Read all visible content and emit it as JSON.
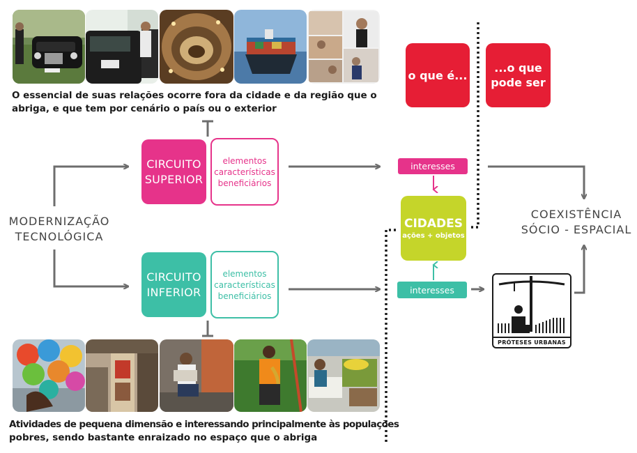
{
  "top_caption": {
    "line1": "O essencial de suas relações ocorre fora da cidade e da região que o",
    "line2": "abriga, e que tem por cenário o país ou o exterior"
  },
  "bottom_caption": {
    "line1": "Atividades de pequena dimensão e interessando principalmente às populações",
    "line2": "pobres, sendo bastante enraizado no espaço que o abriga"
  },
  "modernizacao": {
    "line1": "MODERNIZAÇÃO",
    "line2": "TECNOLÓGICA"
  },
  "circuito_superior": {
    "title_line1": "CIRCUITO",
    "title_line2": "SUPERIOR",
    "items": [
      "elementos",
      "características",
      "beneficiários"
    ]
  },
  "circuito_inferior": {
    "title_line1": "CIRCUITO",
    "title_line2": "INFERIOR",
    "items": [
      "elementos",
      "características",
      "beneficiários"
    ]
  },
  "cidades": {
    "title": "CIDADES",
    "subtitle": "ações + objetos"
  },
  "interesses_top": "interesses",
  "interesses_bottom": "interesses",
  "o_que_e": "o que é...",
  "o_que_pode_ser": {
    "line1": "...o que",
    "line2": "pode ser"
  },
  "coexistencia": {
    "line1": "COEXISTÊNCIA",
    "line2": "SÓCIO - ESPACIAL"
  },
  "proteses_label": "PRÓTESES URBANAS",
  "colors": {
    "magenta": "#e6338a",
    "teal": "#3dbfa6",
    "lime": "#c5d52a",
    "red": "#e61e35",
    "arrow": "#6d6d6d"
  },
  "top_photos": [
    "black-cars",
    "car-door",
    "shopping-mall",
    "container-ship",
    "business-meeting"
  ],
  "bottom_photos": [
    "colorful-baskets",
    "street-vendor",
    "man-reading",
    "saxophone-player",
    "fruit-stand"
  ]
}
